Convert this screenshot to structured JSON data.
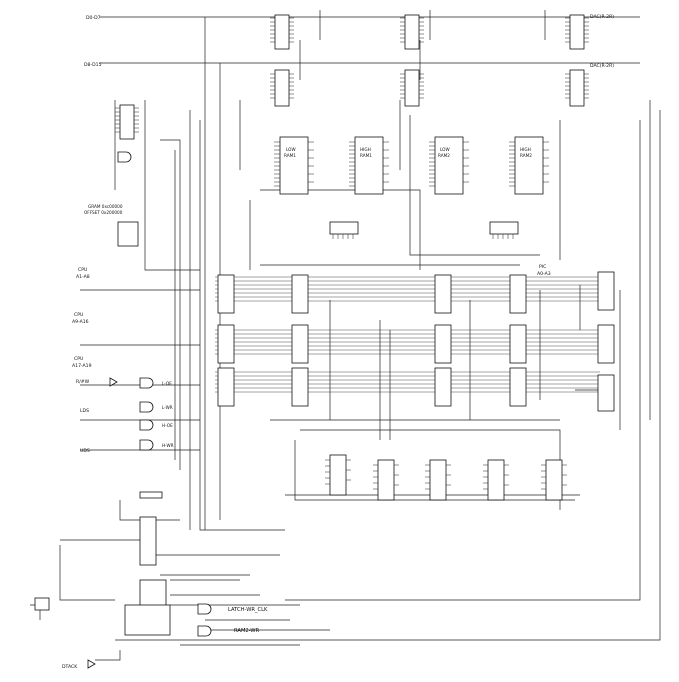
{
  "buses": {
    "d0_d7": "D0-D7",
    "d8_d15": "D8-D15",
    "dac_top": "DAC(R-2R)",
    "dac_bottom": "DAC(R-2R)"
  },
  "rams": {
    "low1": [
      "LOW",
      "RAM1"
    ],
    "high1": [
      "HIGH",
      "RAM1"
    ],
    "low2": [
      "LOW",
      "RAM2"
    ],
    "high2": [
      "HIGH",
      "RAM2"
    ]
  },
  "gram": {
    "line1": "GRAM 0xc00000",
    "line2": "OFFSET 0x200000"
  },
  "cpu": {
    "a1_a8": [
      "CPU",
      "A1-A8"
    ],
    "a9_a16": [
      "CPU",
      "A9-A16"
    ],
    "a17_a19": [
      "CPU",
      "A17-A19"
    ]
  },
  "pic": [
    "PIC",
    "A0-A3"
  ],
  "controls": {
    "rw": "R/#W",
    "lds": "LDS",
    "uds": "UDS",
    "dtack": "DTACK"
  },
  "gates": {
    "l_oe": "L-OE",
    "l_wr": "L-WR",
    "h_oe": "H-OE",
    "h_wr": "H-WR"
  },
  "signals": {
    "latch_wr_clk": "LATCH-WR_CLK",
    "ram2_wr": "RAM2-WR"
  }
}
